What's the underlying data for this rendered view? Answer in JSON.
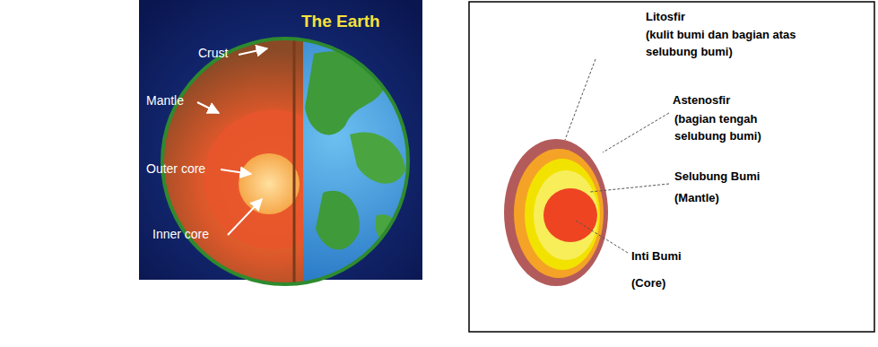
{
  "diagram": {
    "labels": [
      "The Earth",
      "Crust",
      "Mantle",
      "Outer core",
      "Inner core",
      "Litosfir",
      "(kulit bumi dan bagian atas selubung bumi)",
      "Astenosfir",
      "(bagian tengah selubung bumi)",
      "Selubung Bumi",
      "(Mantle)",
      "Inti Bumi",
      "(Core)"
    ]
  }
}
